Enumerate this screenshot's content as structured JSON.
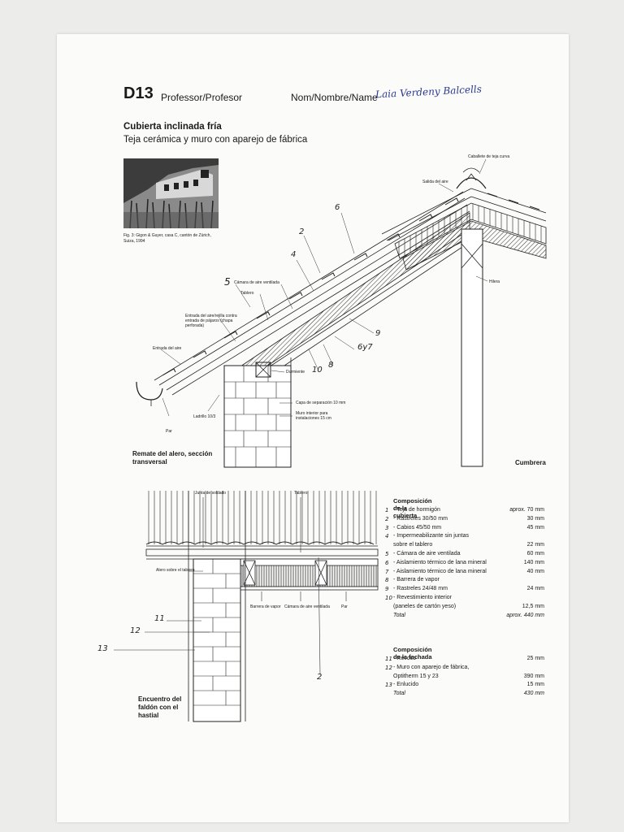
{
  "header": {
    "code": "D13",
    "professor_label": "Professor/Profesor",
    "name_label": "Nom/Nombre/Name",
    "name_value": "Laia Verdeny Balcells"
  },
  "title": {
    "line1": "Cubierta inclinada fría",
    "line2": "Teja cerámica y muro con aparejo de fábrica"
  },
  "photo": {
    "caption": "Fig. 3: Gigon & Guyer, casa C, cantón de Zürich, Suiza, 1994"
  },
  "section1": {
    "labels": {
      "caballete": "Caballete de teja curva",
      "salida": "Salida del aire",
      "hilera": "Hilera",
      "camara": "Cámara de aire ventilada",
      "tablero": "Tablero",
      "entrada_rejilla": "Entrada del aire/rejilla contra entrada de pájaros (chapa perforada)",
      "entrada_aire": "Entrada del aire",
      "durmiente": "Durmiente",
      "capa": "Capa de separación 10 mm",
      "muro": "Muro interior para instalaciones 15 cm",
      "ladrillo": "Ladrillo 10/3",
      "par": "Par"
    },
    "numbers": {
      "n6": "6",
      "n2": "2",
      "n4": "4",
      "n5": "5",
      "n9": "9",
      "n6y7": "6y7",
      "n8": "8",
      "n10": "10"
    },
    "caption": "Remate del alero, sección transversal",
    "cumbrera": "Cumbrera"
  },
  "section2": {
    "labels": {
      "junta": "Junta de soldado",
      "tablero": "Tablero",
      "alero": "Alero sobre el tablero",
      "barrera": "Barrera de vapor",
      "camara": "Cámara de aire ventilada",
      "par": "Par"
    },
    "numbers": {
      "n11": "11",
      "n12": "12",
      "n13": "13",
      "n2": "2"
    },
    "caption": "Encuentro del faldón con el hastial"
  },
  "composition_roof": {
    "title": "Composición de la cubierta",
    "rows": [
      {
        "n": "1",
        "label": "- Teja de hormigón",
        "value": "aprox. 70 mm"
      },
      {
        "n": "2",
        "label": "- Rastreles 30/50 mm",
        "value": "30 mm"
      },
      {
        "n": "3",
        "label": "- Cabios 45/50 mm",
        "value": "45 mm"
      },
      {
        "n": "4",
        "label": "- Impermeabilizante sin juntas",
        "value": ""
      },
      {
        "n": "",
        "label": "  sobre el tablero",
        "value": "22 mm"
      },
      {
        "n": "5",
        "label": "- Cámara de aire ventilada",
        "value": "60 mm"
      },
      {
        "n": "6",
        "label": "- Aislamiento térmico de lana mineral",
        "value": "140 mm"
      },
      {
        "n": "7",
        "label": "- Aislamiento térmico de lana mineral",
        "value": "40 mm"
      },
      {
        "n": "8",
        "label": "- Barrera de vapor",
        "value": ""
      },
      {
        "n": "9",
        "label": "- Rastreles 24/48 mm",
        "value": "24 mm"
      },
      {
        "n": "10",
        "label": "- Revestimiento interior",
        "value": ""
      },
      {
        "n": "",
        "label": "  (paneles de cartón yeso)",
        "value": "12,5 mm"
      },
      {
        "n": "",
        "label": "Total",
        "value": "aprox. 440 mm",
        "italic": true
      }
    ]
  },
  "composition_facade": {
    "title": "Composición de la fachada",
    "rows": [
      {
        "n": "11",
        "label": "- Revoco",
        "value": "25 mm"
      },
      {
        "n": "12",
        "label": "- Muro con aparejo de fábrica,",
        "value": ""
      },
      {
        "n": "",
        "label": "  Optitherm 15 y 23",
        "value": "390 mm"
      },
      {
        "n": "13",
        "label": "- Enlucido",
        "value": "15 mm"
      },
      {
        "n": "",
        "label": "Total",
        "value": "430 mm",
        "italic": true
      }
    ]
  }
}
